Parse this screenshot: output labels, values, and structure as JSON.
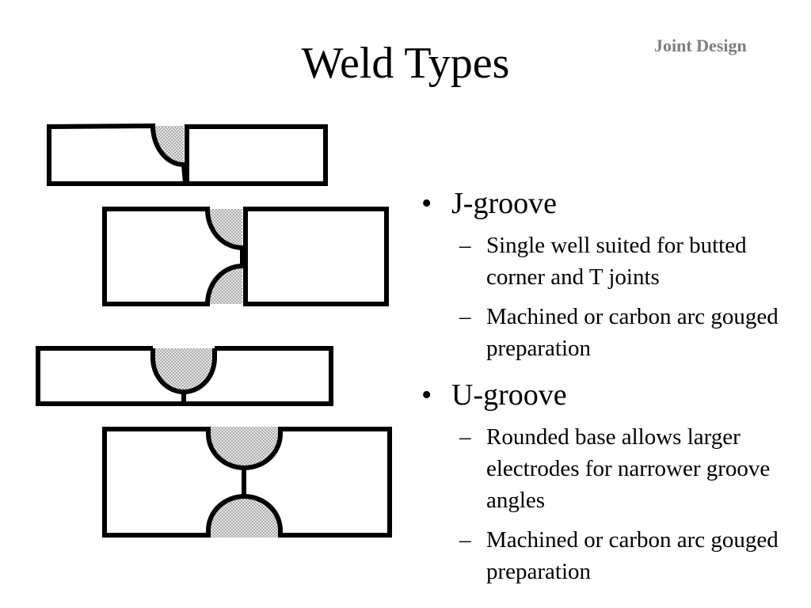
{
  "slide": {
    "title": "Weld Types",
    "section_label": "Joint Design"
  },
  "bullets": [
    {
      "label": "J-groove",
      "subs": [
        "Single well suited for butted corner and T joints",
        "Machined or carbon arc gouged preparation"
      ]
    },
    {
      "label": "U-groove",
      "subs": [
        "Rounded base allows larger electrodes for narrower groove angles",
        "Machined or carbon arc gouged preparation"
      ]
    }
  ],
  "markers": {
    "bullet": "•",
    "dash": "–"
  },
  "colors": {
    "weld_fill": "#d9d9d9",
    "section_label": "#7f7f7f"
  }
}
